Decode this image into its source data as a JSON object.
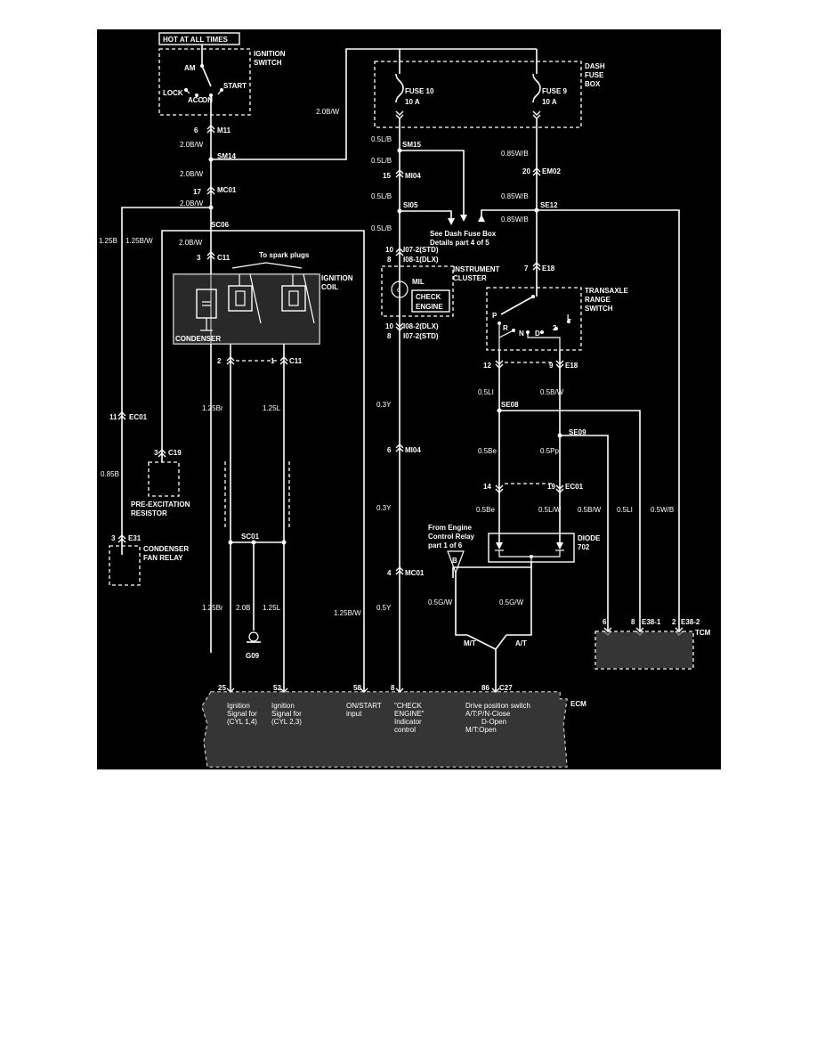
{
  "diagram": {
    "hot_at_all_times": "HOT AT ALL TIMES",
    "ignition_switch": [
      "IGNITION",
      "SWITCH"
    ],
    "switch_positions": {
      "am": "AM",
      "lock": "LOCK",
      "acc": "ACC",
      "on": "ON",
      "start": "START"
    },
    "dash_fuse_box": [
      "DASH",
      "FUSE",
      "BOX"
    ],
    "fuse10": [
      "FUSE 10",
      "10 A"
    ],
    "fuse9": [
      "FUSE 9",
      "10 A"
    ],
    "see_dash_fuse": [
      "See Dash Fuse Box",
      "Details part 4 of 5"
    ],
    "to_spark_plugs": "To spark plugs",
    "ignition_coil": [
      "IGNITION",
      "COIL"
    ],
    "condenser": "CONDENSER",
    "instrument_cluster": [
      "INSTRUMENT",
      "CLUSTER"
    ],
    "mil": "MIL",
    "check_engine": [
      "CHECK",
      "ENGINE"
    ],
    "transaxle_range_switch": [
      "TRANSAXLE",
      "RANGE",
      "SWITCH"
    ],
    "range_positions": [
      "P",
      "R",
      "N",
      "D",
      "2",
      "L"
    ],
    "pre_excitation_resistor": [
      "PRE-EXCITATION",
      "RESISTOR"
    ],
    "condenser_fan_relay": [
      "CONDENSER",
      "FAN RELAY"
    ],
    "diode": [
      "DIODE",
      "702"
    ],
    "from_engine_relay": [
      "From Engine",
      "Control Relay",
      "part 1 of 6"
    ],
    "relay_letter": "B",
    "tcm": "TCM",
    "ecm": "ECM",
    "ground": "G09",
    "mt": "M/T",
    "at": "A/T",
    "wires": {
      "w20bw": "2.0B/W",
      "w05lb": "0.5L/B",
      "w085wb": "0.85W/B",
      "w125b": "1.25B",
      "w125bw": "1.25B/W",
      "w125br": "1.25Br",
      "w125l": "1.25L",
      "w20b": "2.0B",
      "w085b": "0.85B",
      "w03y": "0.3Y",
      "w05y": "0.5Y",
      "w05li": "0.5LI",
      "w05bw": "0.5B/W",
      "w05be": "0.5Be",
      "w05pp": "0.5Pp",
      "w05lw": "0.5L/W",
      "w05gw": "0.5G/W",
      "w05wb": "0.5W/B"
    },
    "connectors": {
      "m11": "M11",
      "sm14": "SM14",
      "mc01": "MC01",
      "sc06": "SC06",
      "c11": "C11",
      "sm15": "SM15",
      "mi04": "MI04",
      "si05": "SI05",
      "i07_2_std": "I07-2(STD)",
      "i08_1_dlx": "I08-1(DLX)",
      "i08_2_dlx": "I08-2(DLX)",
      "em02": "EM02",
      "se12": "SE12",
      "e18": "E18",
      "se08": "SE08",
      "se09": "SE09",
      "ec01": "EC01",
      "c19": "C19",
      "e31": "E31",
      "sc01": "SC01",
      "e38_1": "E38-1",
      "e38_2": "E38-2",
      "c27": "C27"
    },
    "pins": {
      "p6": "6",
      "p17": "17",
      "p3": "3",
      "p2": "2",
      "p1": "1",
      "p11": "11",
      "p10": "10",
      "p8": "8",
      "p15": "15",
      "p4": "4",
      "p20": "20",
      "p7": "7",
      "p12": "12",
      "p9": "9",
      "p14": "14",
      "p19": "19",
      "e38_a": "6",
      "e38_b": "8",
      "e38_c": "2",
      "ecm25": "25",
      "ecm52": "52",
      "ecm58": "58",
      "ecm8": "8",
      "ecm86": "86"
    },
    "ecm_labels": {
      "ign14": [
        "Ignition",
        "Signal for",
        "(CYL 1,4)"
      ],
      "ign23": [
        "Ignition",
        "Signal for",
        "(CYL 2,3)"
      ],
      "onstart": [
        "ON/START",
        "input"
      ],
      "check_ind": [
        "\"CHECK",
        "ENGINE\"",
        "Indicator",
        "control"
      ],
      "drive_pos": [
        "Drive position switch",
        "A/T:P/N-Close",
        "D-Open",
        "M/T:Open"
      ]
    }
  }
}
